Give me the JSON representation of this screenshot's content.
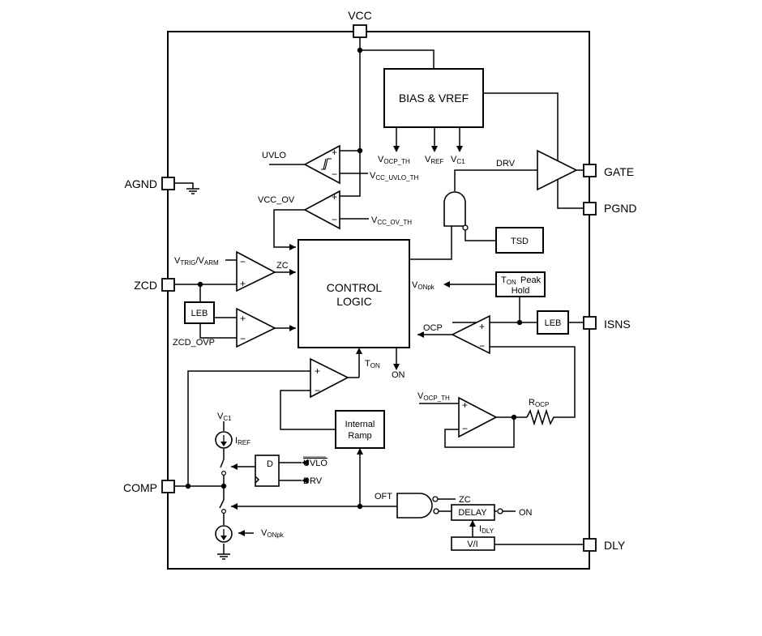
{
  "pins": {
    "vcc": "VCC",
    "agnd": "AGND",
    "zcd": "ZCD",
    "comp": "COMP",
    "gate": "GATE",
    "pgnd": "PGND",
    "isns": "ISNS",
    "dly": "DLY"
  },
  "blocks": {
    "bias": "BIAS & VREF",
    "control_1": "CONTROL",
    "control_2": "LOGIC",
    "tsd": "TSD",
    "leb": "LEB",
    "ton_peak_1": "Peak",
    "ton_peak_2": "Hold",
    "ramp_1": "Internal",
    "ramp_2": "Ramp",
    "delay": "DELAY",
    "vi": "V/I",
    "latch_d": "D"
  },
  "signals": {
    "uvlo": "UVLO",
    "vcc_ov": "VCC_OV",
    "drv": "DRV",
    "zc": "ZC",
    "zcd_ovp": "ZCD_OVP",
    "ocp": "OCP",
    "on": "ON",
    "oft": "OFT",
    "vc": "V",
    "vc_sub": "C1",
    "vref": "V",
    "vref_sub": "REF",
    "vocp": "V",
    "vocp_sub": "OCP_TH",
    "vcc_uvlo": "V",
    "vcc_uvlo_sub": "CC_UVLO_TH",
    "vcc_ov_th": "V",
    "vcc_ov_th_sub": "CC_OV_TH",
    "vtrig_a": "V",
    "vtrig_a_sub": "TRIG",
    "vtrig_b": "/V",
    "vtrig_b_sub": "ARM",
    "ton": "T",
    "ton_sub": "ON",
    "vonpk": "V",
    "vonpk_sub": "ONpk",
    "iref": "I",
    "iref_sub": "REF",
    "idly": "I",
    "idly_sub": "DLY",
    "rocp": "R",
    "rocp_sub": "OCP",
    "ton_pk": "T",
    "ton_pk_sub": "ON",
    "uvlo_bar": "UVLO",
    "plus": "+",
    "minus": "−"
  }
}
